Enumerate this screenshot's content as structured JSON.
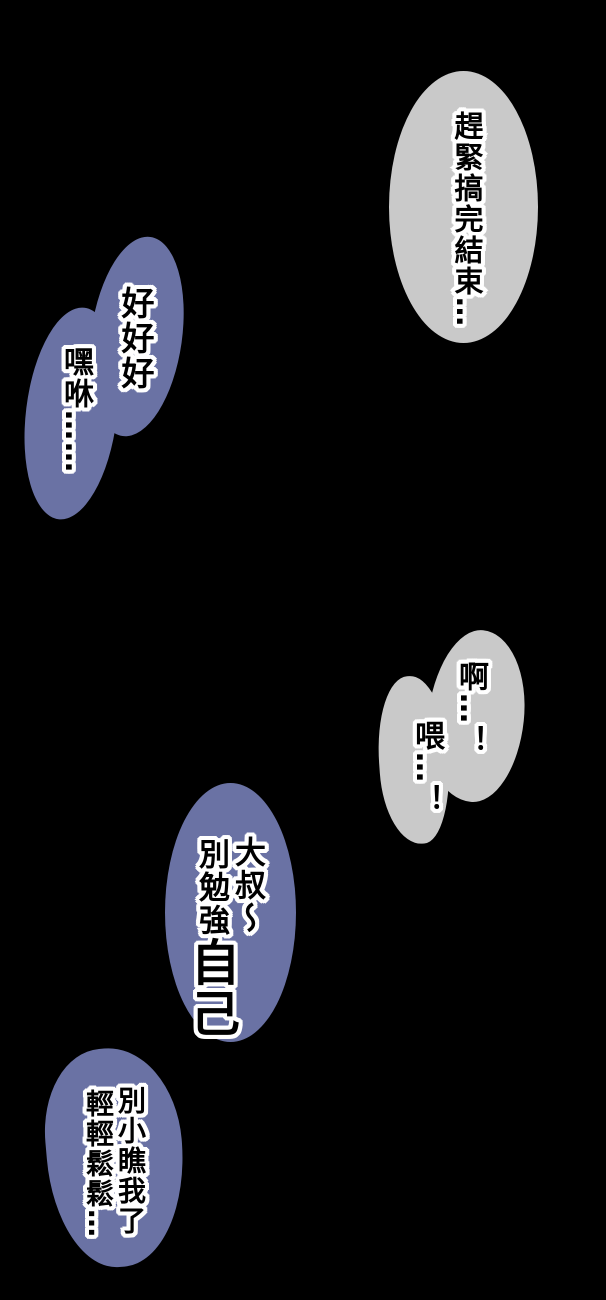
{
  "page": {
    "background_color": "#000000",
    "kind": "comic-page-speech-bubbles"
  },
  "colors": {
    "purple_bubble": "#6a72a4",
    "gray_bubble": "#c9c9c9",
    "text_color": "#000000",
    "text_outline": "#ffffff"
  },
  "bubbles": {
    "hurry": {
      "speaker_tone": "gray",
      "text": "趕緊搞完結束…"
    },
    "okay": {
      "speaker_tone": "purple",
      "text": "好好好"
    },
    "heave": {
      "speaker_tone": "purple",
      "text": "嘿咻……"
    },
    "ah": {
      "speaker_tone": "gray",
      "text": "啊…！"
    },
    "hey": {
      "speaker_tone": "gray",
      "text": "喂…！"
    },
    "uncle": {
      "speaker_tone": "purple",
      "col1": "大叔～",
      "col2a": "別勉強",
      "col2b": "自己"
    },
    "underestimate": {
      "speaker_tone": "purple",
      "col1": "別小瞧我了",
      "col2": "輕輕鬆鬆…"
    }
  }
}
